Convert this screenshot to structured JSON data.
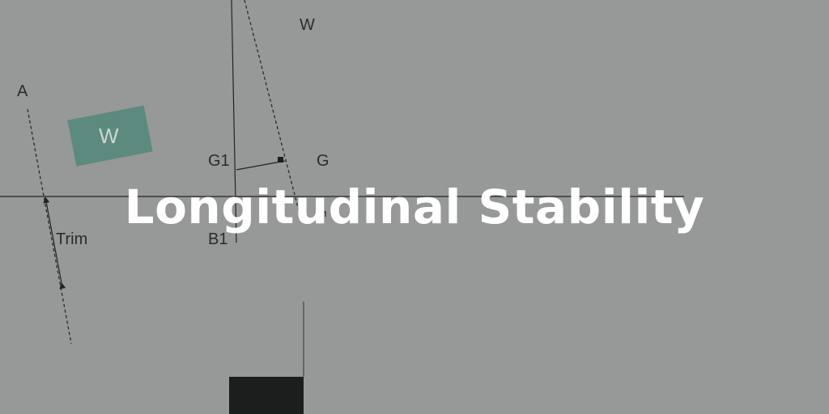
{
  "title": "Longitudinal Stability",
  "diagram": {
    "labels": {
      "w_top": "W",
      "a": "A",
      "w_box": "W",
      "g1": "G1",
      "g": "G",
      "trim": "Trim",
      "b1": "B1"
    }
  },
  "colors": {
    "background": "#969997",
    "weight_box": "#5c8a7e",
    "lines": "#222423",
    "dark_block": "#1b1e1c",
    "title": "#ffffff"
  }
}
